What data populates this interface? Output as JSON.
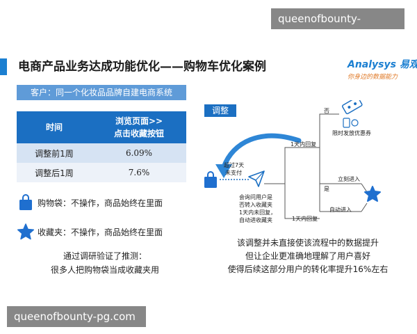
{
  "watermark": "queenofbounty-pg.com",
  "title": "电商产品业务达成功能优化——购物车优化案例",
  "brand": {
    "name": "Analysys 易观",
    "slogan": "你身边的数据能力"
  },
  "client": "客户：同一个化妆品品牌自建电商系统",
  "table": {
    "headers": [
      "时间",
      "浏览页面>>",
      "点击收藏按钮"
    ],
    "rows": [
      {
        "time": "调整前1周",
        "value": "6.09%"
      },
      {
        "time": "调整后1周",
        "value": "7.6%"
      }
    ]
  },
  "legend": {
    "bag": "购物袋：不操作，商品始终在里面",
    "star": "收藏夹：不操作，商品始终在里面"
  },
  "note": {
    "line1": "通过调研验证了推测：",
    "line2": "很多人把购物袋当成收藏夹用"
  },
  "diagram": {
    "tag": "调整",
    "labels": {
      "no": "否",
      "coupon": "限时发放优惠券",
      "reply_1day_a": "1天内回复",
      "over7": "超过7天",
      "unpaid": "未支付",
      "immediate": "立刻进入",
      "yes": "是",
      "auto_enter": "自动进入",
      "ask1": "会询问用户是",
      "ask2": "否转入收藏夹",
      "ask3": "1天内未回复，",
      "ask4": "自动进收藏夹",
      "reply_1day_b": "1天内回复"
    }
  },
  "conclusion": {
    "line1": "该调整并未直接使该流程中的数据提升",
    "line2": "但让企业更准确地理解了用户喜好",
    "line3": "使得后续这部分用户的转化率提升16%左右"
  },
  "colors": {
    "accent": "#1b6fc2",
    "brand_orange": "#e07a28",
    "star": "#1f6fcf"
  }
}
